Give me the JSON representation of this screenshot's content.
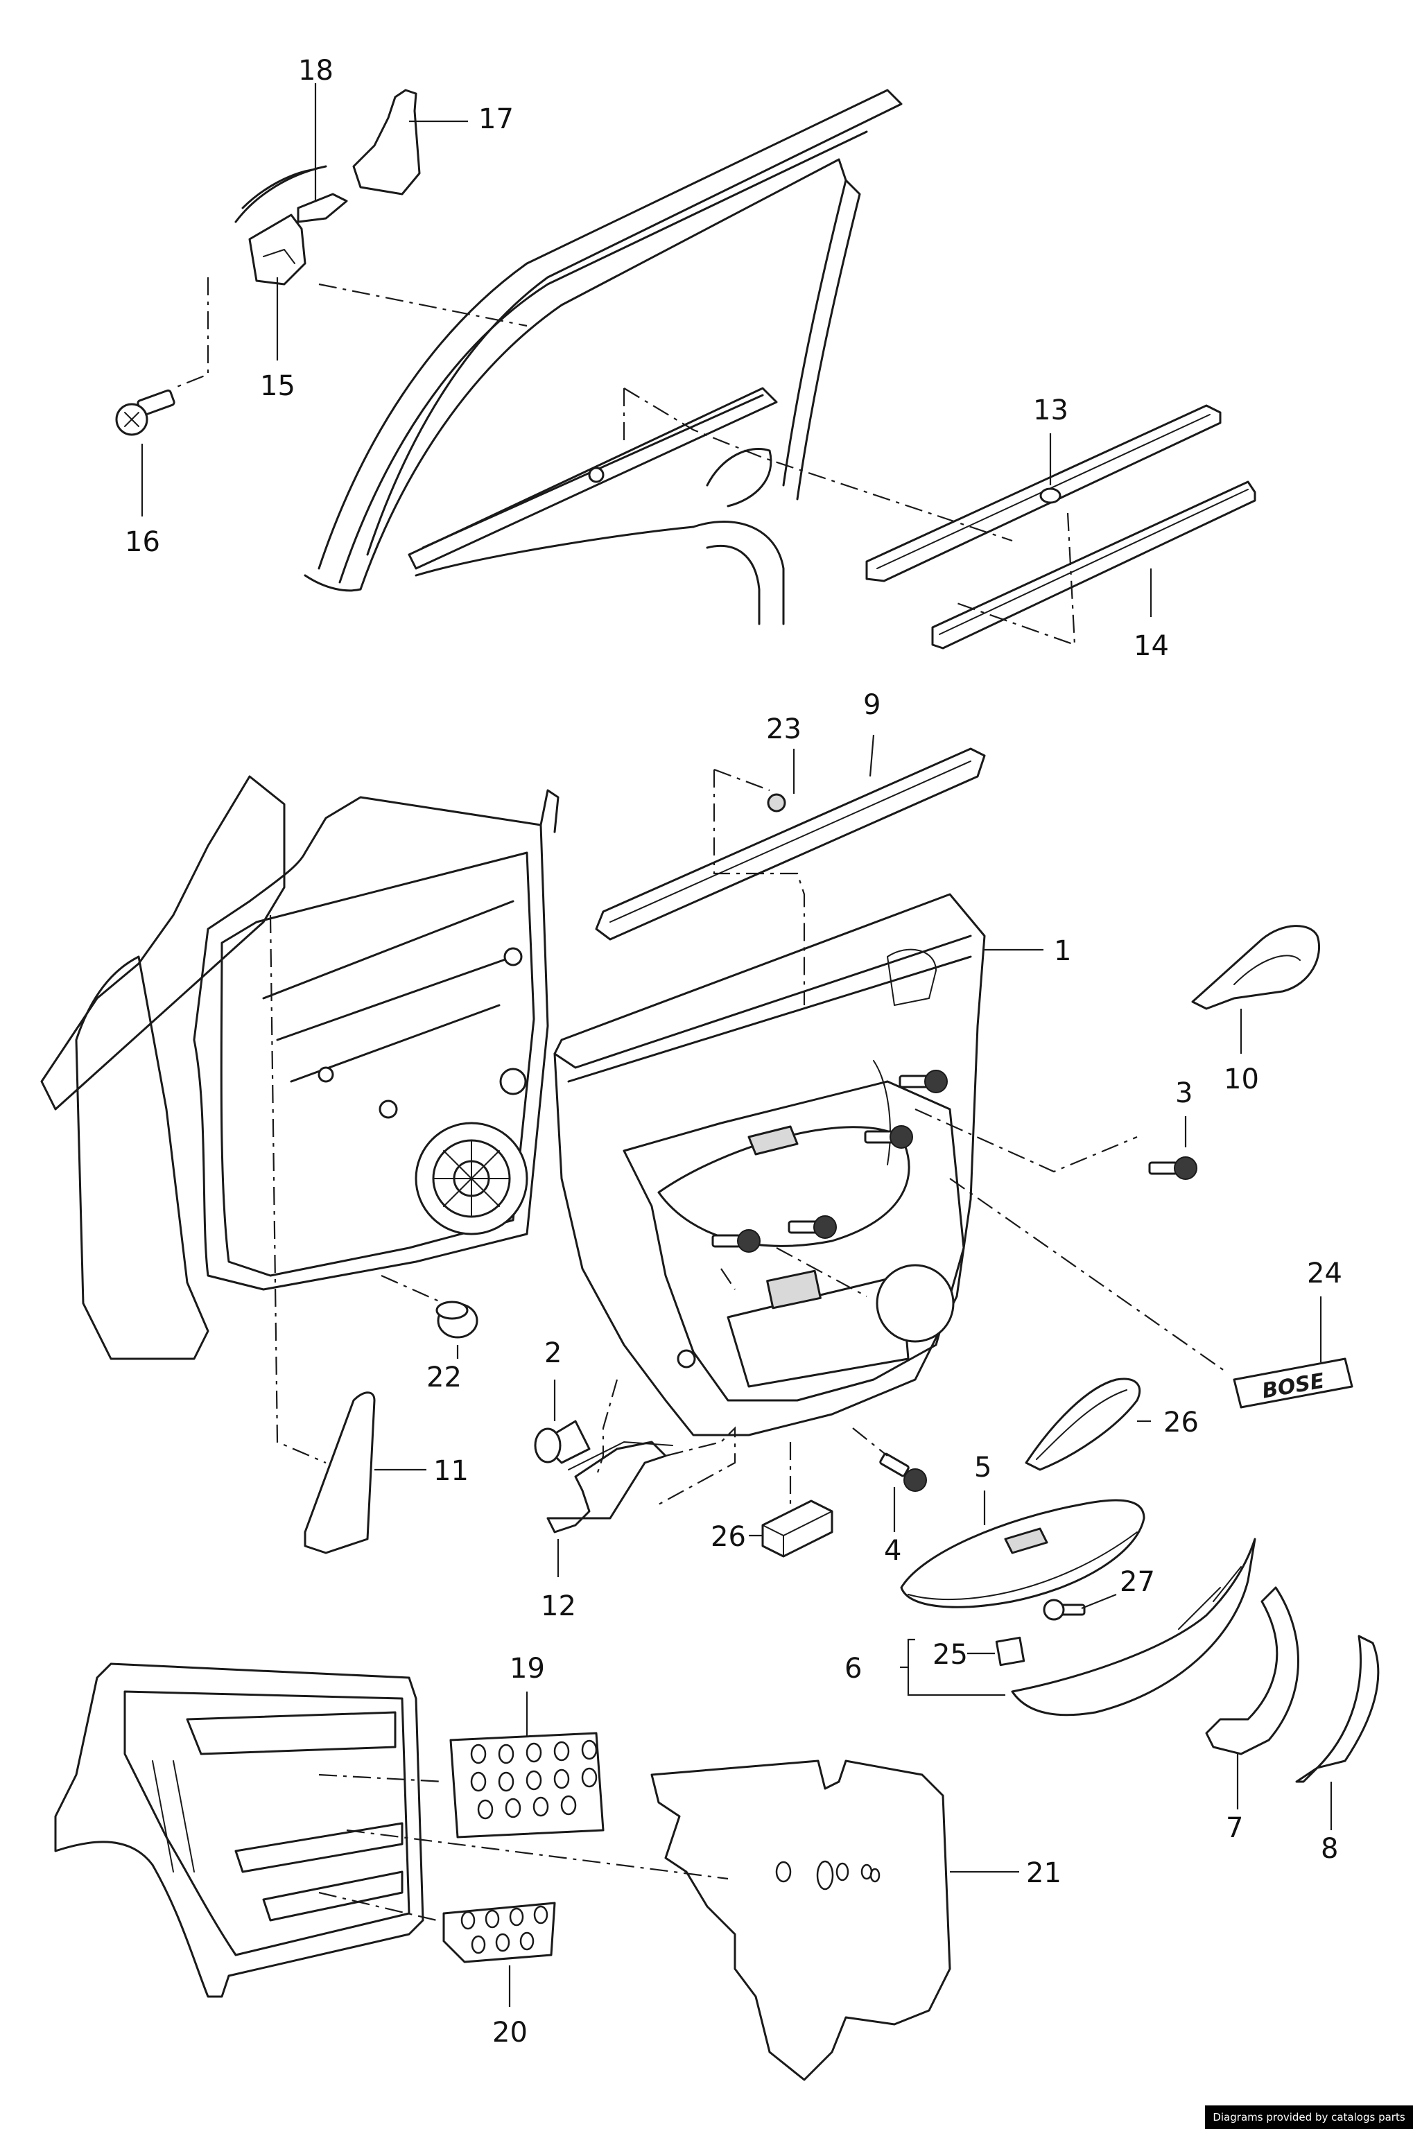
{
  "callouts": {
    "c1": "1",
    "c2": "2",
    "c3": "3",
    "c4": "4",
    "c5": "5",
    "c6": "6",
    "c7": "7",
    "c8": "8",
    "c9": "9",
    "c10": "10",
    "c11": "11",
    "c12": "12",
    "c13": "13",
    "c14": "14",
    "c15": "15",
    "c16": "16",
    "c17": "17",
    "c18": "18",
    "c19": "19",
    "c20": "20",
    "c21": "21",
    "c22": "22",
    "c23": "23",
    "c24": "24",
    "c25": "25",
    "c26a": "26",
    "c26b": "26",
    "c27": "27"
  },
  "badge_text": "BOSE",
  "footer": {
    "text": "Diagrams provided by catalogs parts"
  }
}
